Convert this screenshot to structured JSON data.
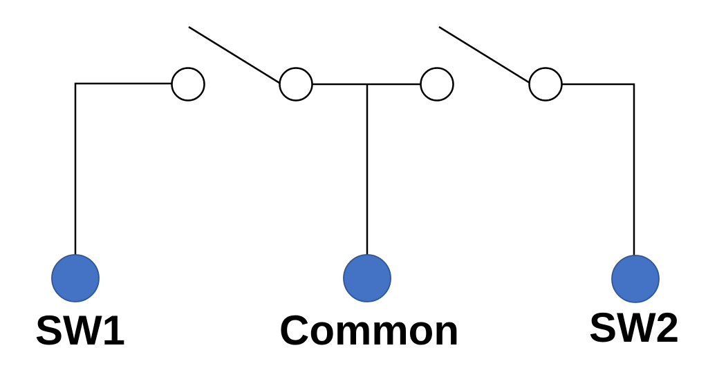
{
  "diagram": {
    "labels": {
      "sw1": "SW1",
      "common": "Common",
      "sw2": "SW2"
    },
    "colors": {
      "background": "#FFFFFF",
      "wire": "#000000",
      "contact_fill": "#FFFFFF",
      "contact_stroke": "#000000",
      "terminal_fill": "#4472C4",
      "terminal_stroke": "#2F5597",
      "label_color": "#000000"
    }
  }
}
